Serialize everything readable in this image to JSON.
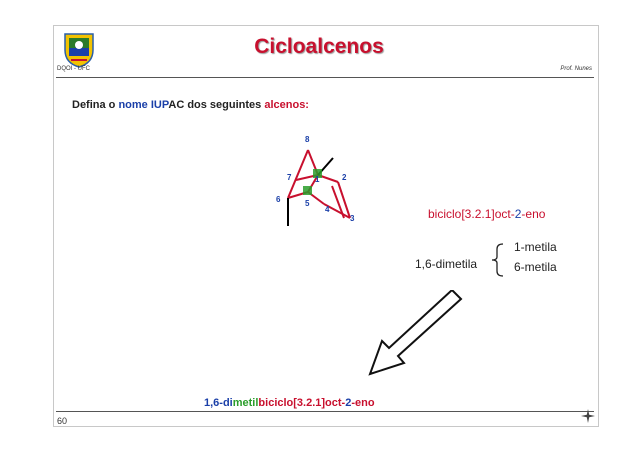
{
  "slide": {
    "title": "Cicloalcenos",
    "institution": "DQOI - UFC",
    "author": "Prof. Nunes",
    "page_number": "60"
  },
  "question": {
    "prefix": "Defina o ",
    "nome_word": "nome",
    "iup_word": " IUP",
    "ac_part": "AC dos seguintes ",
    "alcenos_word": "alcenos:"
  },
  "structure": {
    "atom_labels": [
      "8",
      "7",
      "1",
      "2",
      "6",
      "5",
      "4",
      "3"
    ]
  },
  "answer": {
    "parent_prefix": "biciclo[3.2.1]oct-",
    "parent_locant": "2",
    "parent_suffix": "-eno",
    "substituent_group": "1,6-dimetila",
    "substituent_1": "1-metila",
    "substituent_2": "6-metila",
    "final_locants": "1,6-di",
    "final_metil": "metil",
    "final_parent": "biciclo[3.2.1]oct-",
    "final_locant": "2",
    "final_suffix": "-eno"
  },
  "colors": {
    "title": "#c8102e",
    "blue": "#1a3fa8",
    "red": "#c8102e",
    "green": "#2a9d2a"
  }
}
